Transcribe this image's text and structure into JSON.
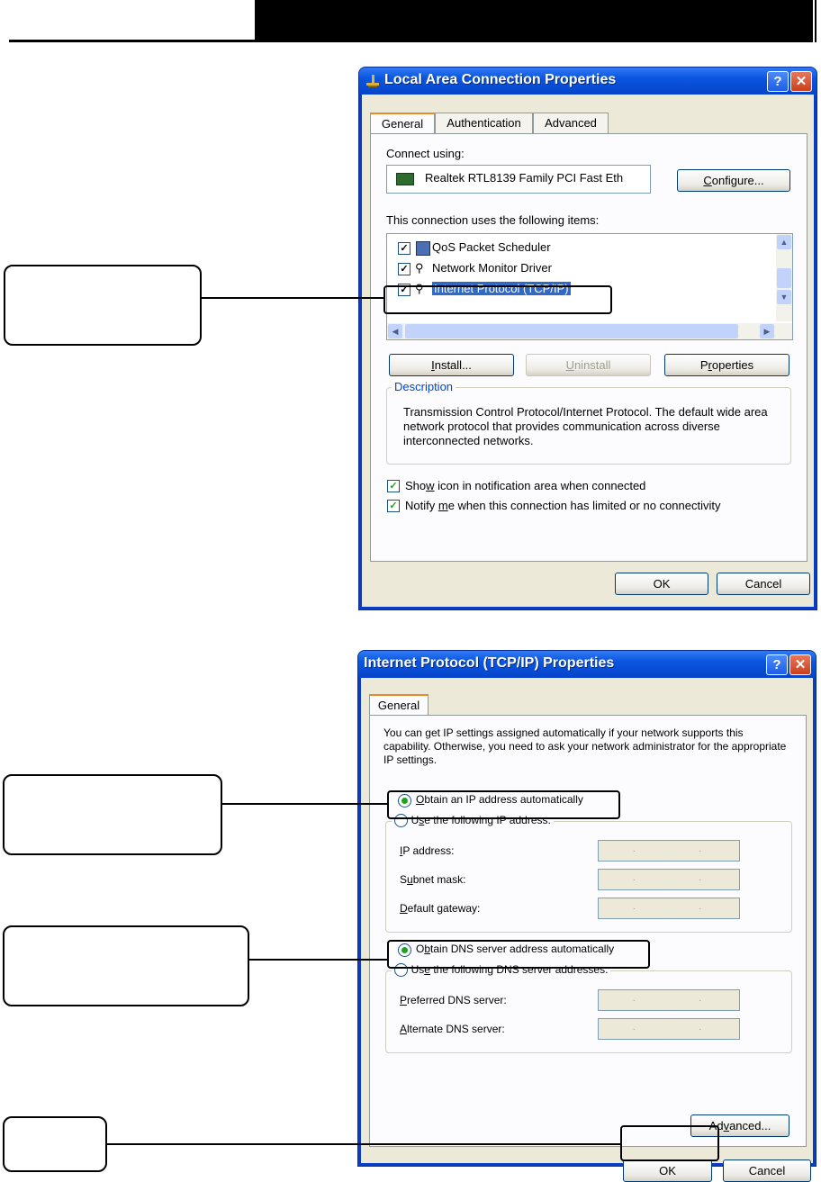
{
  "dialog1": {
    "title": "Local Area Connection Properties",
    "tabs": [
      "General",
      "Authentication",
      "Advanced"
    ],
    "connect_using_label": "Connect using:",
    "adapter_name": "Realtek RTL8139 Family PCI Fast Eth",
    "configure_button": "Configure...",
    "items_label": "This connection uses the following items:",
    "items": [
      "QoS Packet Scheduler",
      "Network Monitor Driver",
      "Internet Protocol (TCP/IP)"
    ],
    "install_button": "Install...",
    "uninstall_button": "Uninstall",
    "properties_button": "Properties",
    "description_legend": "Description",
    "description_text": "Transmission Control Protocol/Internet Protocol. The default wide area network protocol that provides communication across diverse interconnected networks.",
    "show_icon_label": "Show icon in notification area when connected",
    "notify_label": "Notify me when this connection has limited or no connectivity",
    "ok_button": "OK",
    "cancel_button": "Cancel"
  },
  "dialog2": {
    "title": "Internet Protocol (TCP/IP) Properties",
    "tab": "General",
    "intro_text": "You can get IP settings assigned automatically if your network supports this capability. Otherwise, you need to ask your network administrator for the appropriate IP settings.",
    "obtain_ip_label": "Obtain an IP address automatically",
    "use_ip_label": "Use the following IP address:",
    "ip_address_label": "IP address:",
    "subnet_label": "Subnet mask:",
    "gateway_label": "Default gateway:",
    "obtain_dns_label": "Obtain DNS server address automatically",
    "use_dns_label": "Use the following DNS server addresses:",
    "preferred_dns_label": "Preferred DNS server:",
    "alternate_dns_label": "Alternate DNS server:",
    "advanced_button": "Advanced...",
    "ok_button": "OK",
    "cancel_button": "Cancel"
  }
}
